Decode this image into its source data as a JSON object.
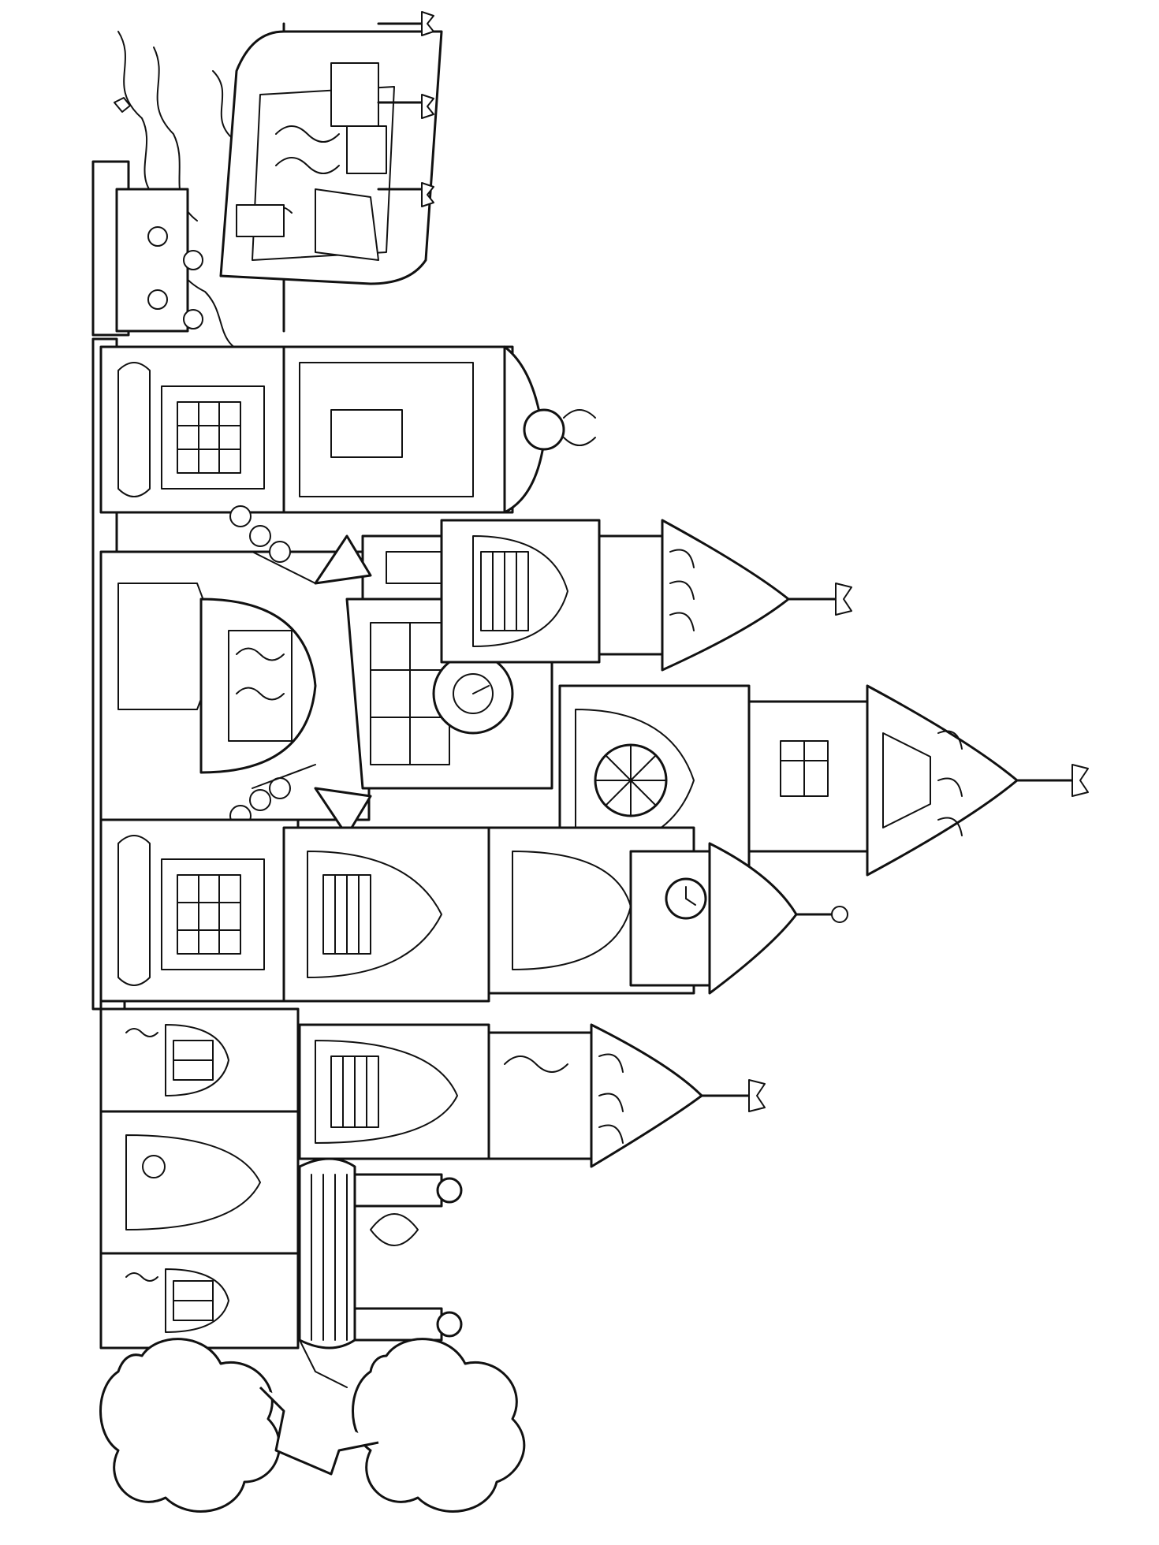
{
  "page": {
    "background_color": "#ffffff",
    "line_color": "#111111",
    "orientation": "rotated-90-clockwise"
  },
  "illustration": {
    "kind": "coloring-page",
    "parts": [
      "castle",
      "towers",
      "spires",
      "flags",
      "trees",
      "boat",
      "dock",
      "water"
    ]
  }
}
